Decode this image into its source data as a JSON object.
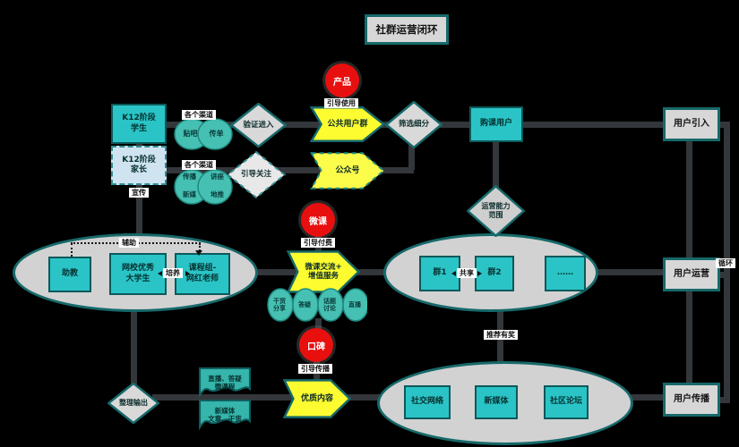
{
  "title": "社群运营闭环",
  "colors": {
    "teal_border": "#17696a",
    "cyan_fill": "#2ac4c6",
    "yellow": "#fcfc30",
    "red": "#e80f0f",
    "gray_fill": "#d7d7d7",
    "line": "#33363a"
  },
  "top": {
    "k12_students": [
      "K12阶段",
      "学生"
    ],
    "k12_parents": [
      "K12阶段",
      "家长"
    ],
    "publicity_label": "宣传",
    "channels1": {
      "label": "各个渠道",
      "items": [
        "贴吧",
        "传单"
      ]
    },
    "channels2": {
      "label": "各个渠道",
      "items": [
        "传播",
        "新媒",
        "讲座",
        "地推"
      ]
    },
    "verify_entry": "验证进入",
    "guide_follow": "引导关注",
    "product": "产品",
    "guide_use_label": "引导使用",
    "public_user_group": "公共用户群",
    "official_account": "公众号",
    "filter_segment": "筛选细分",
    "purchase_users": "购课用户",
    "user_intro": "用户引入"
  },
  "middle": {
    "micro_class": "微课",
    "guide_pay_label": "引导付费",
    "exchange": [
      "微课交流+",
      "增值服务"
    ],
    "activities": [
      [
        "干货",
        "分享"
      ],
      [
        "答疑",
        ""
      ],
      [
        "话题",
        "讨论"
      ],
      [
        "直播",
        ""
      ]
    ],
    "assistant": "助教",
    "college_students": [
      "网校优秀",
      "大学生"
    ],
    "course_group": [
      "课程组-",
      "网红老师"
    ],
    "assist_label": "辅助",
    "cultivate_label": "培养",
    "capability": [
      "运营能力",
      "范围"
    ],
    "group1": "群1",
    "group2": "群2",
    "group_more": "……",
    "share_label": "共享",
    "user_operation": "用户运营",
    "loop_label": "循环"
  },
  "bottom": {
    "word_of_mouth": "口碑",
    "guide_spread_label": "引导传播",
    "quality_content": "优质内容",
    "organize_output": "整理输出",
    "referral_label": "推荐有奖",
    "doc_live": [
      "直播、答疑",
      "微课程"
    ],
    "doc_media": [
      "新媒体",
      "文章、干货"
    ],
    "social_network": "社交网络",
    "new_media": "新媒体",
    "community_forum": "社区论坛",
    "user_spread": "用户传播"
  }
}
